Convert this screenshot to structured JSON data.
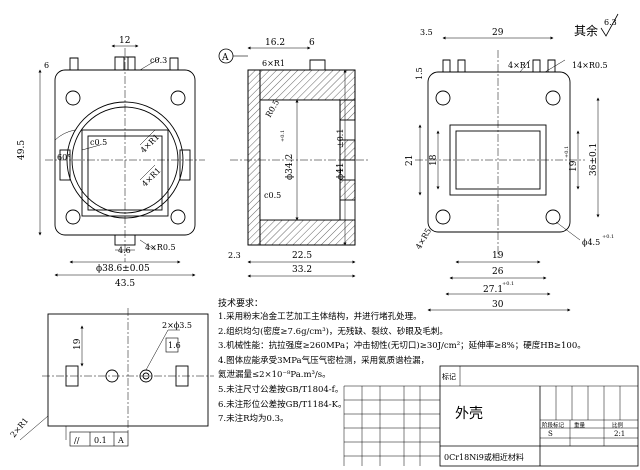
{
  "roughness": {
    "label": "其余",
    "value": "6.3"
  },
  "datum_label": "A",
  "front_view": {
    "top_width": "12",
    "chamfer_top": "c0.3",
    "height": "49.5",
    "angle": "60°",
    "chamfer_window": "c0.5",
    "radius_window_top": "4×R1",
    "radius_window_mid": "4×R1",
    "slot_width": "4.6",
    "radius_bottom": "4×R0.5",
    "bore_dia": "ϕ38.6±0.05",
    "overall_width": "43.5",
    "tab_height": "6"
  },
  "section_view": {
    "top_dim_a": "16.2",
    "top_dim_b": "6",
    "radius_top": "6×R1",
    "r_small": "R0.5",
    "bore_dia": "ϕ34.2",
    "bore_tol": "+0.1",
    "outer_dia": "ϕ41",
    "outer_tol": "±0.1",
    "chamfer": "c0.5",
    "dim_left": "2.3",
    "dim_mid": "22.5",
    "overall": "33.2"
  },
  "side_view": {
    "dim_35": "3.5",
    "dim_29": "29",
    "dim_15": "1.5",
    "dim_4xR1": "4×R1",
    "dim_14xR05": "14×R0.5",
    "dim_21": "21",
    "dim_18": "18",
    "dim_19v": "19",
    "dim_19v_tol": "+0.1",
    "dim_36": "36±0.1",
    "dim_4xR5": "4×R5",
    "dim_hole": "ϕ4.5",
    "dim_hole_tol": "+0.1",
    "dim_19h": "19",
    "dim_26": "26",
    "dim_271": "27.1",
    "dim_271_tol": "+0.1",
    "dim_30": "30"
  },
  "bottom_view": {
    "hole_label": "2×ϕ3.5",
    "position_tol": "1.6",
    "dim_19": "19",
    "dim_2xR1": "2×R1",
    "flatness_sym": "//",
    "flatness_val": "0.1",
    "flatness_datum": "A"
  },
  "requirements": {
    "title": "技术要求：",
    "items": [
      "1.采用粉末冶金工艺加工主体结构，并进行堵孔处理。",
      "2.组织均匀(密度≥7.6g/cm³)，无残缺、裂纹、砂眼及毛刺。",
      "3.机械性能：抗拉强度≥260MPa；冲击韧性(无切口)≥30J/cm²；延伸率≥8%；硬度HB≥100。",
      "4.图体应能承受3MPa气压气密检测，采用氦质谱检漏，",
      "  氦泄漏量≤2×10⁻⁸Pa.m³/s。",
      "5.未注尺寸公差按GB/T1804-f。",
      "6.未注形位公差按GB/T1184-K。",
      "7.未注R均为0.3。"
    ]
  },
  "title_block": {
    "mark": "标记",
    "part_name": "外壳",
    "material": "0Cr18Ni9或相近材料",
    "stage_label": "阶段标记",
    "weight_label": "重量",
    "scale_label": "比例",
    "stage_value": "S",
    "scale_value": "2:1"
  }
}
